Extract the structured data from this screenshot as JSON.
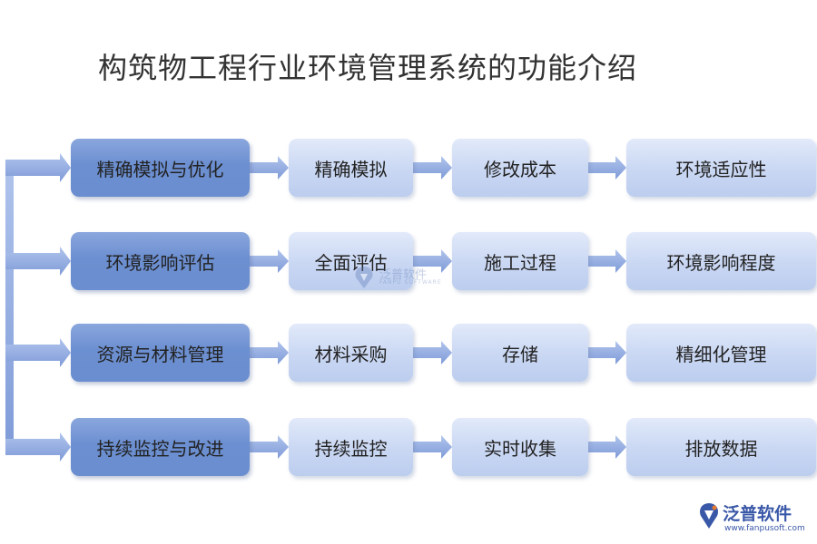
{
  "title": "构筑物工程行业环境管理系统的功能介绍",
  "rows": [
    {
      "main": "精确模拟与优化",
      "steps": [
        "精确模拟",
        "修改成本",
        "环境适应性"
      ]
    },
    {
      "main": "环境影响评估",
      "steps": [
        "全面评估",
        "施工过程",
        "环境影响程度"
      ]
    },
    {
      "main": "资源与材料管理",
      "steps": [
        "材料采购",
        "存储",
        "精细化管理"
      ]
    },
    {
      "main": "持续监控与改进",
      "steps": [
        "持续监控",
        "实时收集",
        "排放数据"
      ]
    }
  ],
  "watermark": {
    "name": "泛普软件",
    "sub": "FANPU SOFTWARE"
  },
  "logo": {
    "name": "泛普软件",
    "url": "www.fanpusoft.com"
  },
  "colors": {
    "main_box": "#6c8fd1",
    "sub_box": "#c9d7f3",
    "arrow": "#8ea8e0",
    "logo": "#3a58a8"
  }
}
